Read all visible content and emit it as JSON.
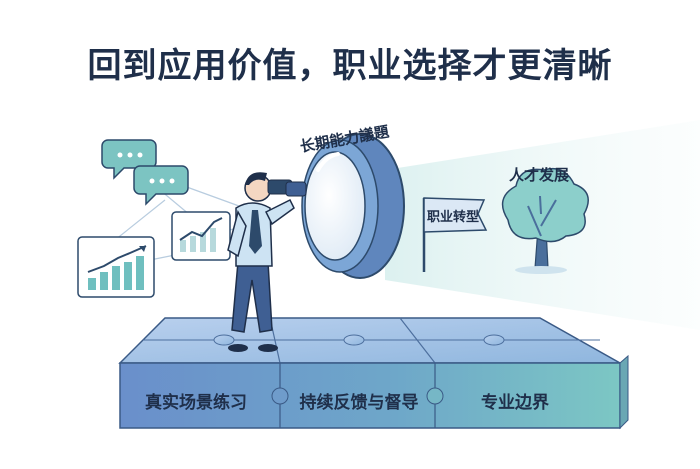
{
  "title": "回到应用价值，职业选择才更清晰",
  "labels": {
    "lens": "长期能力議題",
    "flag": "职业转型",
    "tree": "人才发展"
  },
  "blocks": [
    "真实场景练习",
    "持续反馈与督导",
    "专业边界"
  ],
  "colors": {
    "navy": "#1f2f4a",
    "teal_light": "#cfeae9",
    "teal": "#6fbfbf",
    "blue": "#5f8fc8",
    "puzzle_top": "#a7c3e6",
    "puzzle_front": "#6b93c9"
  },
  "icons": [
    "chat-bubble-icon",
    "bar-chart-icon",
    "line-chart-icon",
    "binoculars-icon",
    "magnifier-icon",
    "flag-icon",
    "tree-icon",
    "puzzle-platform-icon"
  ]
}
